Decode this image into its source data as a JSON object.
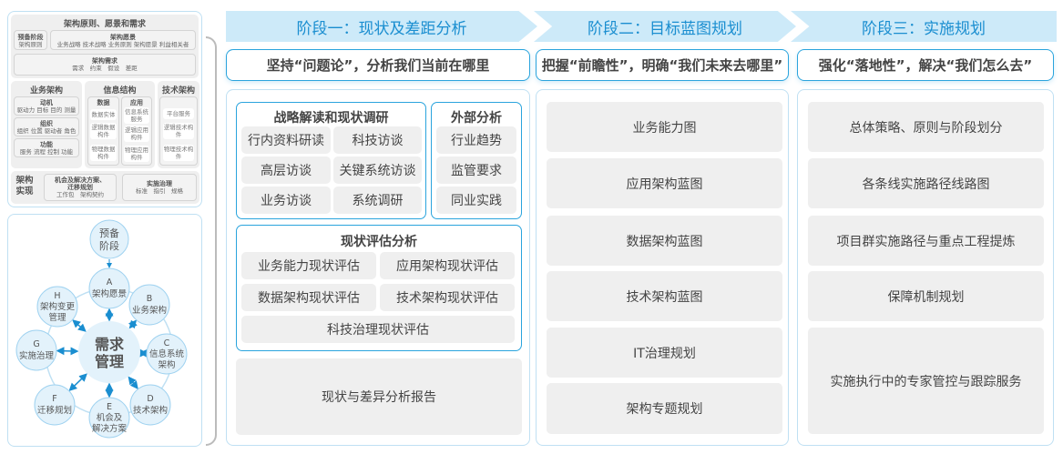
{
  "left_top": {
    "title": "架构原则、愿景和需求",
    "prep": {
      "title": "预备阶段",
      "items": "架构原则"
    },
    "vision": {
      "title": "架构愿景",
      "items": "业务战略 技术战略 业务原则 架构愿景 利益相关者"
    },
    "req": {
      "title": "架构需求",
      "items": "需求　约束　假设　差距"
    },
    "business": {
      "title": "业务架构",
      "boxes": [
        {
          "title": "动机",
          "items": "驱动力 目标 目的 测量"
        },
        {
          "title": "组织",
          "items": "组织 位置 驱动者 角色"
        },
        {
          "title": "功能",
          "items": "服务 流程 控制 功能"
        }
      ]
    },
    "info": {
      "title": "信息结构",
      "data": {
        "title": "数据",
        "cells": [
          "数据实体",
          "逻辑数据构件",
          "物理数据构件"
        ]
      },
      "app": {
        "title": "应用",
        "cells": [
          "信息系统服务",
          "逻辑应用构件",
          "物理应用构件"
        ]
      }
    },
    "tech": {
      "title": "技术架构",
      "cells": [
        "平台服务",
        "逻辑技术构件",
        "物理技术构件"
      ]
    },
    "impl": {
      "title": "架构实现",
      "opp": {
        "title": "机会及解决方案、迁移规划",
        "items": "工作包　架构契约"
      },
      "gov": {
        "title": "实施治理",
        "items": "标准　指引　规格"
      }
    }
  },
  "cycle": {
    "prep": [
      "预备",
      "阶段"
    ],
    "center": [
      "需求",
      "管理"
    ],
    "nodes": [
      {
        "letter": "A",
        "l1": "架构愿景",
        "l2": ""
      },
      {
        "letter": "B",
        "l1": "业务架构",
        "l2": ""
      },
      {
        "letter": "C",
        "l1": "信息系统",
        "l2": "架构"
      },
      {
        "letter": "D",
        "l1": "技术架构",
        "l2": ""
      },
      {
        "letter": "E",
        "l1": "机会及",
        "l2": "解决方案"
      },
      {
        "letter": "F",
        "l1": "迁移规划",
        "l2": ""
      },
      {
        "letter": "G",
        "l1": "实施治理",
        "l2": ""
      },
      {
        "letter": "H",
        "l1": "架构变更",
        "l2": "管理"
      }
    ]
  },
  "phases": [
    {
      "title": "阶段一：现状及差距分析",
      "subtitle": "坚持“问题论”，分析我们当前在哪里"
    },
    {
      "title": "阶段二：目标蓝图规划",
      "subtitle": "把握“前瞻性”，明确“我们未来去哪里”"
    },
    {
      "title": "阶段三：实施规划",
      "subtitle": "强化“落地性”，解决“我们怎么去”"
    }
  ],
  "phase1": {
    "research": {
      "title": "战略解读和现状调研",
      "items": [
        "行内资料研读",
        "科技访谈",
        "高层访谈",
        "关键系统访谈",
        "业务访谈",
        "系统调研"
      ]
    },
    "external": {
      "title": "外部分析",
      "items": [
        "行业趋势",
        "监管要求",
        "同业实践"
      ]
    },
    "assess": {
      "title": "现状评估分析",
      "items": [
        "业务能力现状评估",
        "应用架构现状评估",
        "数据架构现状评估",
        "技术架构现状评估",
        "科技治理现状评估"
      ]
    },
    "report": "现状与差异分析报告"
  },
  "phase2": {
    "items": [
      "业务能力图",
      "应用架构蓝图",
      "数据架构蓝图",
      "技术架构蓝图",
      "IT治理规划",
      "架构专题规划"
    ]
  },
  "phase3": {
    "items": [
      "总体策略、原则与阶段划分",
      "各条线实施路径线路图",
      "项目群实施路径与重点工程提炼",
      "保障机制规划",
      "实施执行中的专家管控与跟踪服务"
    ]
  },
  "colors": {
    "accent": "#2aa4dd",
    "phase_bg": "#cdeaf9",
    "phase_text": "#1a8ed0"
  }
}
